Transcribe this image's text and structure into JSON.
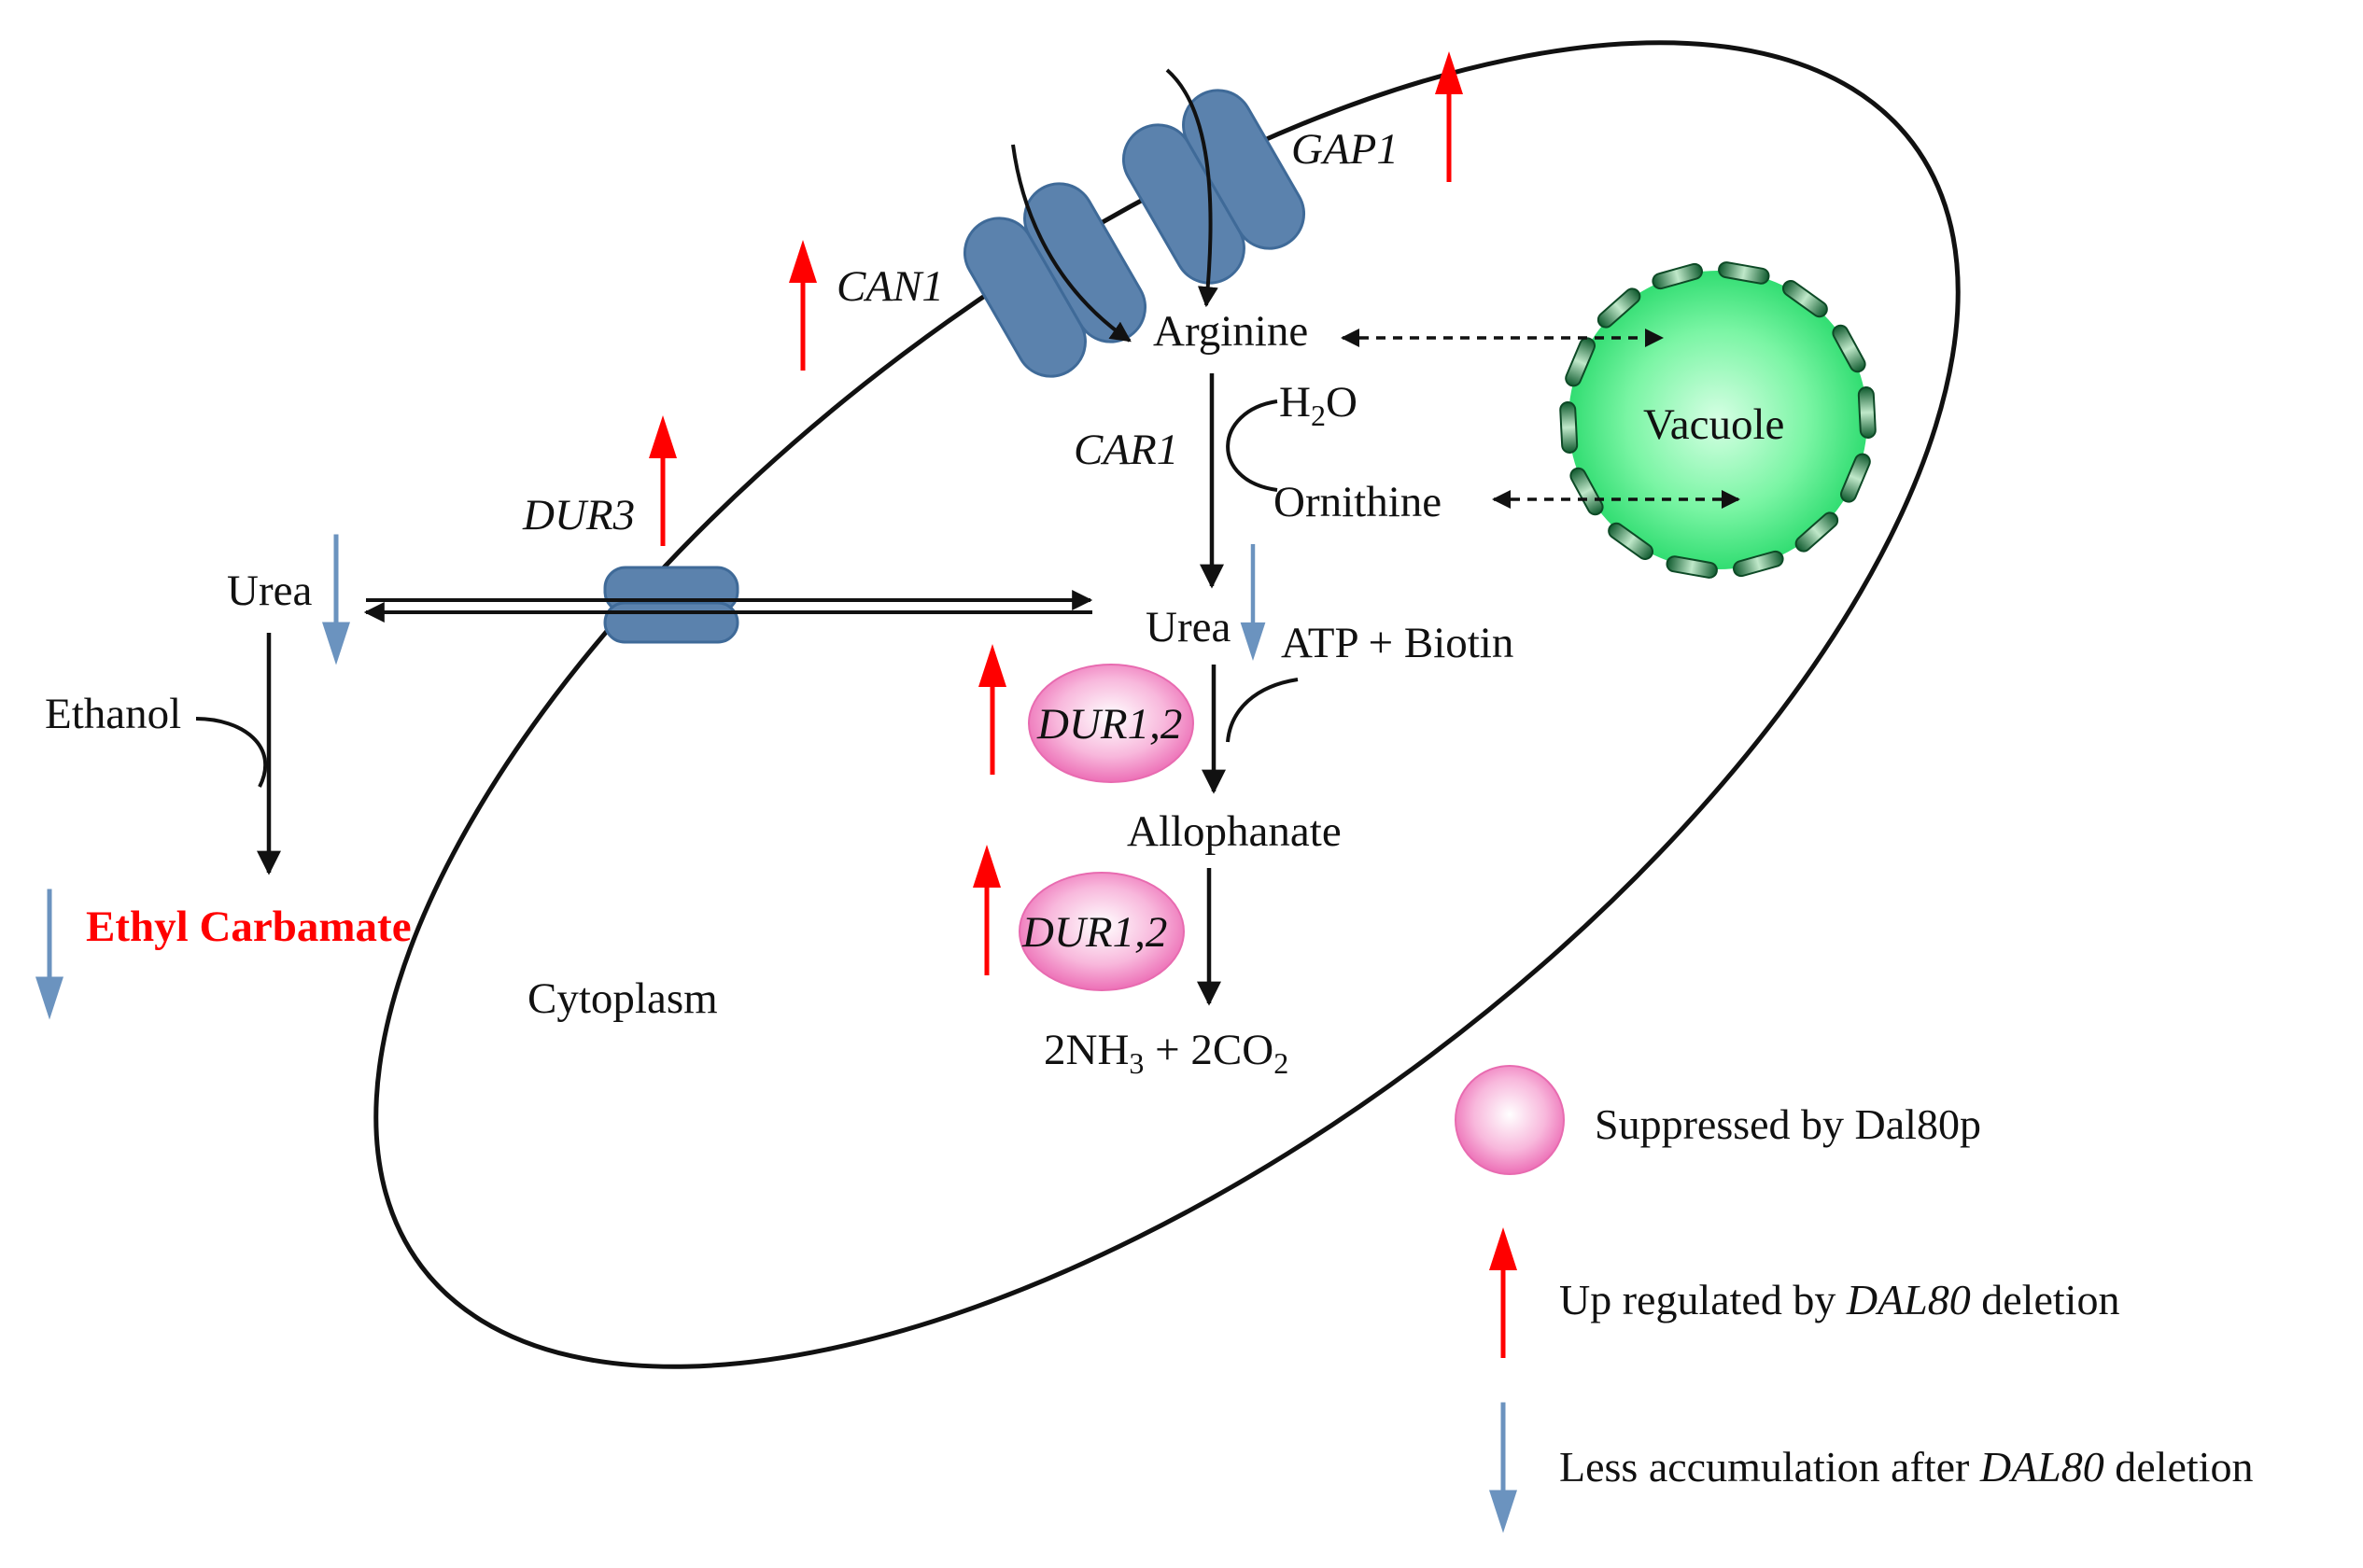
{
  "colors": {
    "up_arrow": "#ff0000",
    "down_arrow": "#6b93bf",
    "transporter": "#5b82ad",
    "enzyme": "#f27fbf",
    "vacuole": "#3ef07a",
    "ethyl_carbamate": "#ff0000"
  },
  "labels": {
    "can1": "CAN1",
    "gap1": "GAP1",
    "dur3": "DUR3",
    "car1": "CAR1",
    "arginine": "Arginine",
    "h2o": {
      "a": "H",
      "sub": "2",
      "b": "O"
    },
    "ornithine": "Ornithine",
    "vacuole": "Vacuole",
    "urea_in": "Urea",
    "urea_out": "Urea",
    "atp_biotin": "ATP + Biotin",
    "dur12_a": "DUR1,2",
    "dur12_b": "DUR1,2",
    "allophanate": "Allophanate",
    "products": {
      "p1": "2NH",
      "s1": "3",
      "p2": " + 2CO",
      "s2": "2"
    },
    "ethanol": "Ethanol",
    "ethyl_carbamate": "Ethyl Carbamate",
    "cytoplasm": "Cytoplasm"
  },
  "legend": {
    "suppressed": "Suppressed by Dal80p",
    "up_prefix": "Up regulated by ",
    "up_gene": "DAL80",
    "up_suffix": " deletion",
    "less_prefix": "Less accumulation after ",
    "less_gene": "DAL80",
    "less_suffix": " deletion"
  },
  "icons": [
    "transporter-icon",
    "enzyme-icon",
    "vacuole-icon",
    "up-arrow-icon",
    "down-arrow-icon"
  ]
}
